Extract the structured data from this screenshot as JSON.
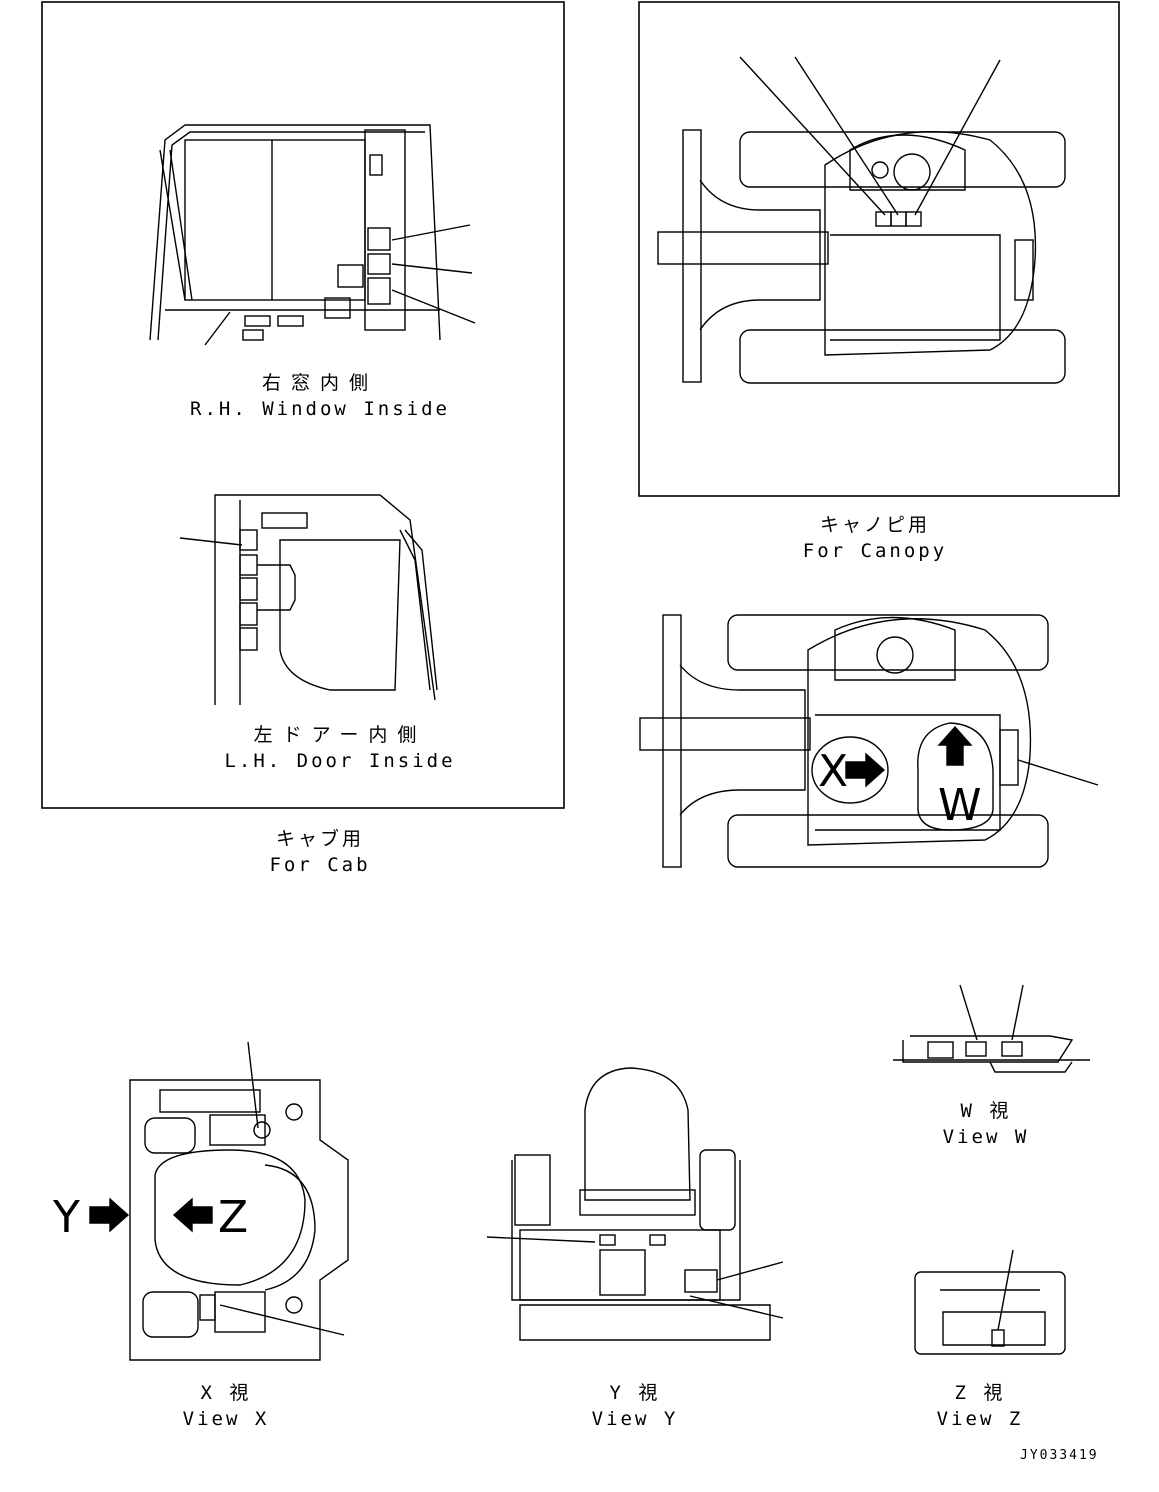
{
  "captions": {
    "rh_window": {
      "ja": "右窓内側",
      "en": "R.H. Window Inside"
    },
    "lh_door": {
      "ja": "左ドアー内側",
      "en": "L.H. Door Inside"
    },
    "for_cab": {
      "ja": "キャブ用",
      "en": "For Cab"
    },
    "for_canopy": {
      "ja": "キャノピ用",
      "en": "For Canopy"
    },
    "view_w": {
      "ja": "W 視",
      "en": "View W"
    },
    "view_x": {
      "ja": "X 視",
      "en": "View X"
    },
    "view_y": {
      "ja": "Y 視",
      "en": "View Y"
    },
    "view_z": {
      "ja": "Z 視",
      "en": "View Z"
    }
  },
  "view_markers": {
    "x": "X",
    "w": "W",
    "y": "Y",
    "z": "Z"
  },
  "drawing_code": "JY033419"
}
